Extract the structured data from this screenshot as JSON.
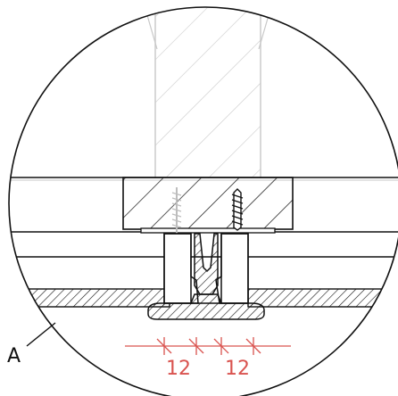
{
  "detail": {
    "callout_label": "A",
    "dimensions": [
      {
        "value": "12"
      },
      {
        "value": "12"
      }
    ]
  },
  "colors": {
    "line": "#111111",
    "faded_line": "#c8c8c8",
    "dimension": "#d9534f",
    "background": "#ffffff"
  }
}
